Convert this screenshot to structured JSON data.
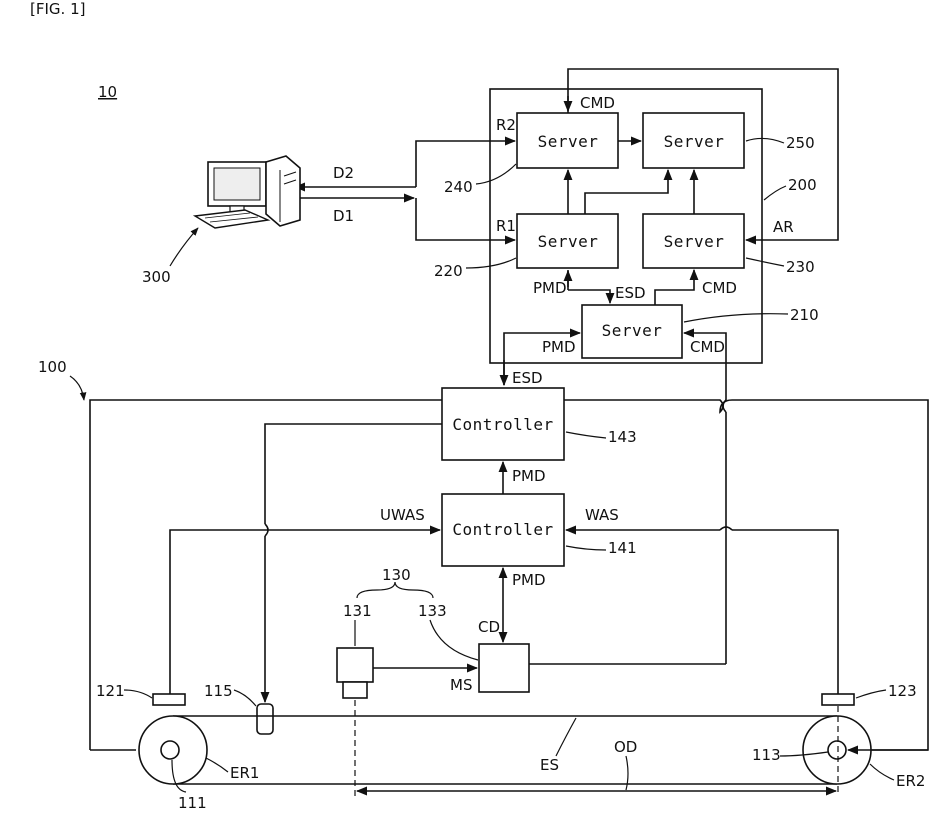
{
  "figure_label": "[FIG. 1]",
  "system_ref": "10",
  "labels": {
    "conveyor_system": "100",
    "server_system": "200",
    "terminal": "300",
    "server_210": "210",
    "server_220": "220",
    "server_230": "230",
    "server_240": "240",
    "server_250": "250",
    "controller_141": "141",
    "controller_143": "143",
    "camera_group": "130",
    "camera": "131",
    "image_unit": "133",
    "roller_shaft_left": "111",
    "roller_shaft_right": "113",
    "stopper": "115",
    "sensor_left": "121",
    "sensor_right": "123",
    "roller_left": "ER1",
    "roller_right": "ER2",
    "belt": "ES",
    "distance": "OD"
  },
  "boxes": {
    "server": "Server",
    "controller": "Controller"
  },
  "signals": {
    "cmd": "CMD",
    "r1": "R1",
    "r2": "R2",
    "d1": "D1",
    "d2": "D2",
    "ar": "AR",
    "pmd": "PMD",
    "esd": "ESD",
    "uwas": "UWAS",
    "was": "WAS",
    "cd": "CD",
    "ms": "MS"
  }
}
